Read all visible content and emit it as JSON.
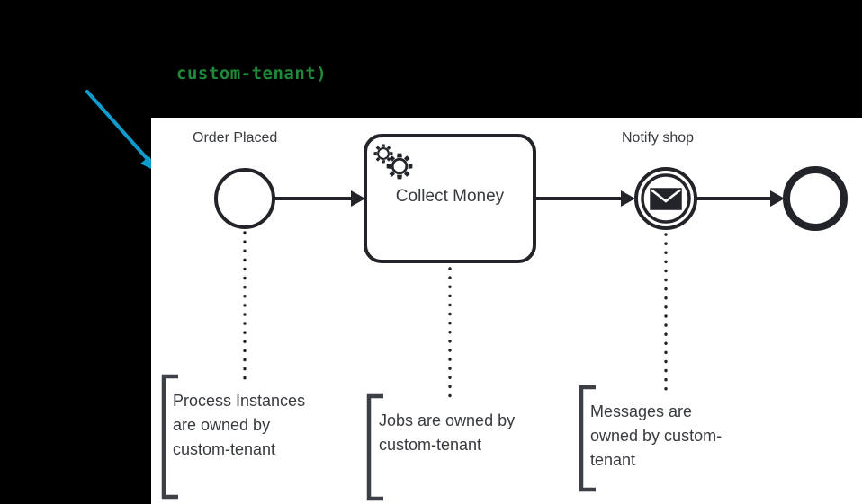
{
  "terminal": {
    "code_text": "custom-tenant)",
    "code_color": "#1d8a3a",
    "background_color": "#000000"
  },
  "annotation_arrow": {
    "icon": "arrow-down-right-icon",
    "color": "#0e9bcd"
  },
  "diagram": {
    "background_color": "#ffffff",
    "stroke_color": "#22242a",
    "nodes": [
      {
        "id": "start-event",
        "type": "start-event",
        "label": "Order Placed",
        "icon": "circle-thin-icon"
      },
      {
        "id": "collect-money-task",
        "type": "service-task",
        "label": "Collect Money",
        "icon": "gears-icon"
      },
      {
        "id": "notify-shop-event",
        "type": "intermediate-message-throw-event",
        "label": "Notify shop",
        "icon": "envelope-icon"
      },
      {
        "id": "end-event",
        "type": "end-event",
        "label": "",
        "icon": "circle-thick-icon"
      }
    ],
    "annotations": [
      {
        "id": "process-instances-annotation",
        "text": "Process Instances are owned by custom-tenant",
        "attached_to": "start-event"
      },
      {
        "id": "jobs-annotation",
        "text": "Jobs are owned by custom-tenant",
        "attached_to": "collect-money-task"
      },
      {
        "id": "messages-annotation",
        "text": "Messages are owned by custom-tenant",
        "attached_to": "notify-shop-event"
      }
    ]
  }
}
